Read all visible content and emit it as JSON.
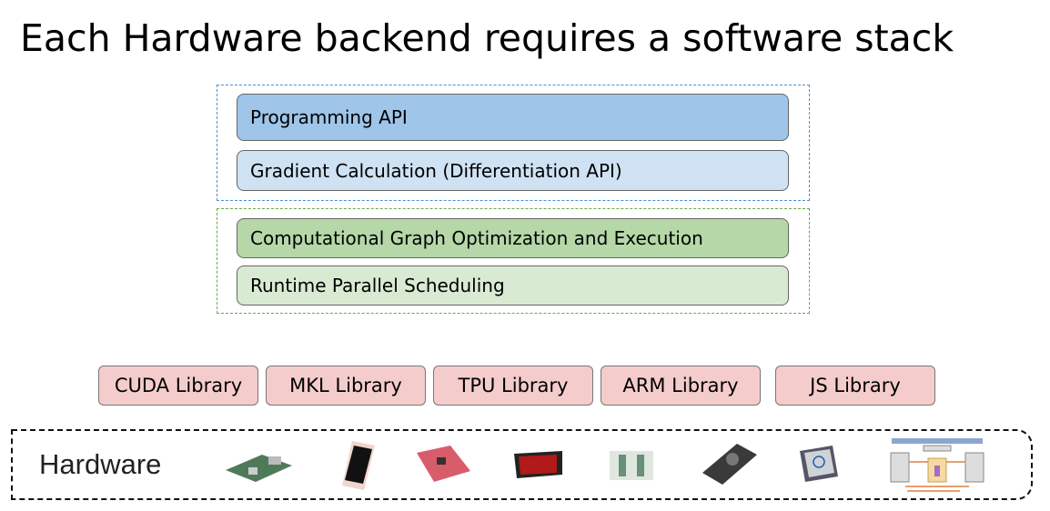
{
  "title": "Each Hardware backend requires a software stack",
  "stack": {
    "frontend": [
      "Programming API",
      "Gradient Calculation (Differentiation API)"
    ],
    "backend": [
      "Computational Graph Optimization and Execution",
      "Runtime Parallel Scheduling"
    ]
  },
  "libraries": [
    "CUDA Library",
    "MKL Library",
    "TPU Library",
    "ARM Library",
    "JS Library"
  ],
  "hardware": {
    "label": "Hardware",
    "devices": [
      "raspberry-pi",
      "smartphone",
      "fpga-board",
      "amd-gpu",
      "tpu-board",
      "nvidia-gpu",
      "intel-xeon-cpu",
      "accelerator-diagram"
    ]
  },
  "colors": {
    "blue_dark": "#9fc5e8",
    "blue_light": "#cfe2f3",
    "green_dark": "#b6d7a8",
    "green_light": "#d9ead3",
    "library": "#f4cccc"
  }
}
